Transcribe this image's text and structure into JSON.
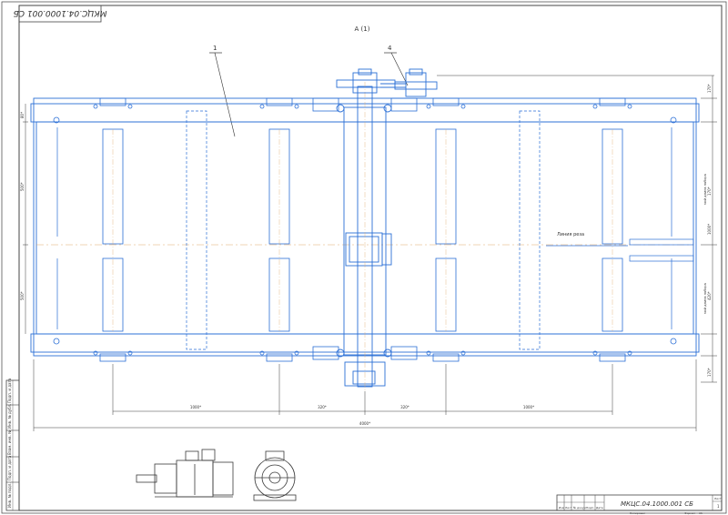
{
  "drawing": {
    "doc_code": "МКЦС.04.1000.001 СБ",
    "doc_code_rotated": "МКЦС.04.1000.001 СБ",
    "view_label": "А (1)",
    "callouts": [
      "1",
      "4"
    ],
    "annotation_leader": "Линия реза",
    "dims": {
      "bottom_segments": [
        "1000*",
        "320*",
        "320*",
        "1000*"
      ],
      "overall_length": "4000*",
      "left_top": "80*",
      "left_upper": "500*",
      "left_lower": "500*",
      "right_top": "170*",
      "right_bottom": "170*",
      "right_upper": "170*",
      "right_upper_note": "мой длина набора",
      "right_middle": "1000*",
      "right_lower": "420*",
      "right_lower_note": "мой длина набора"
    },
    "title_block": {
      "code": "МКЦС.04.1000.001 СБ",
      "sheet_label": "Лист",
      "sheet_no": "1",
      "copied_label": "Копировал",
      "format_label": "Формат",
      "format_value": "А1",
      "col_izm": "Изм",
      "col_list": "Лист",
      "col_doc": "№ докум",
      "col_sign": "Подп.",
      "col_date": "Дата"
    },
    "side_strip": [
      "Инв. № подл.",
      "Подп. и дата",
      "Взам. инв. №",
      "Инв. № дубл.",
      "Подп. и дата"
    ]
  }
}
